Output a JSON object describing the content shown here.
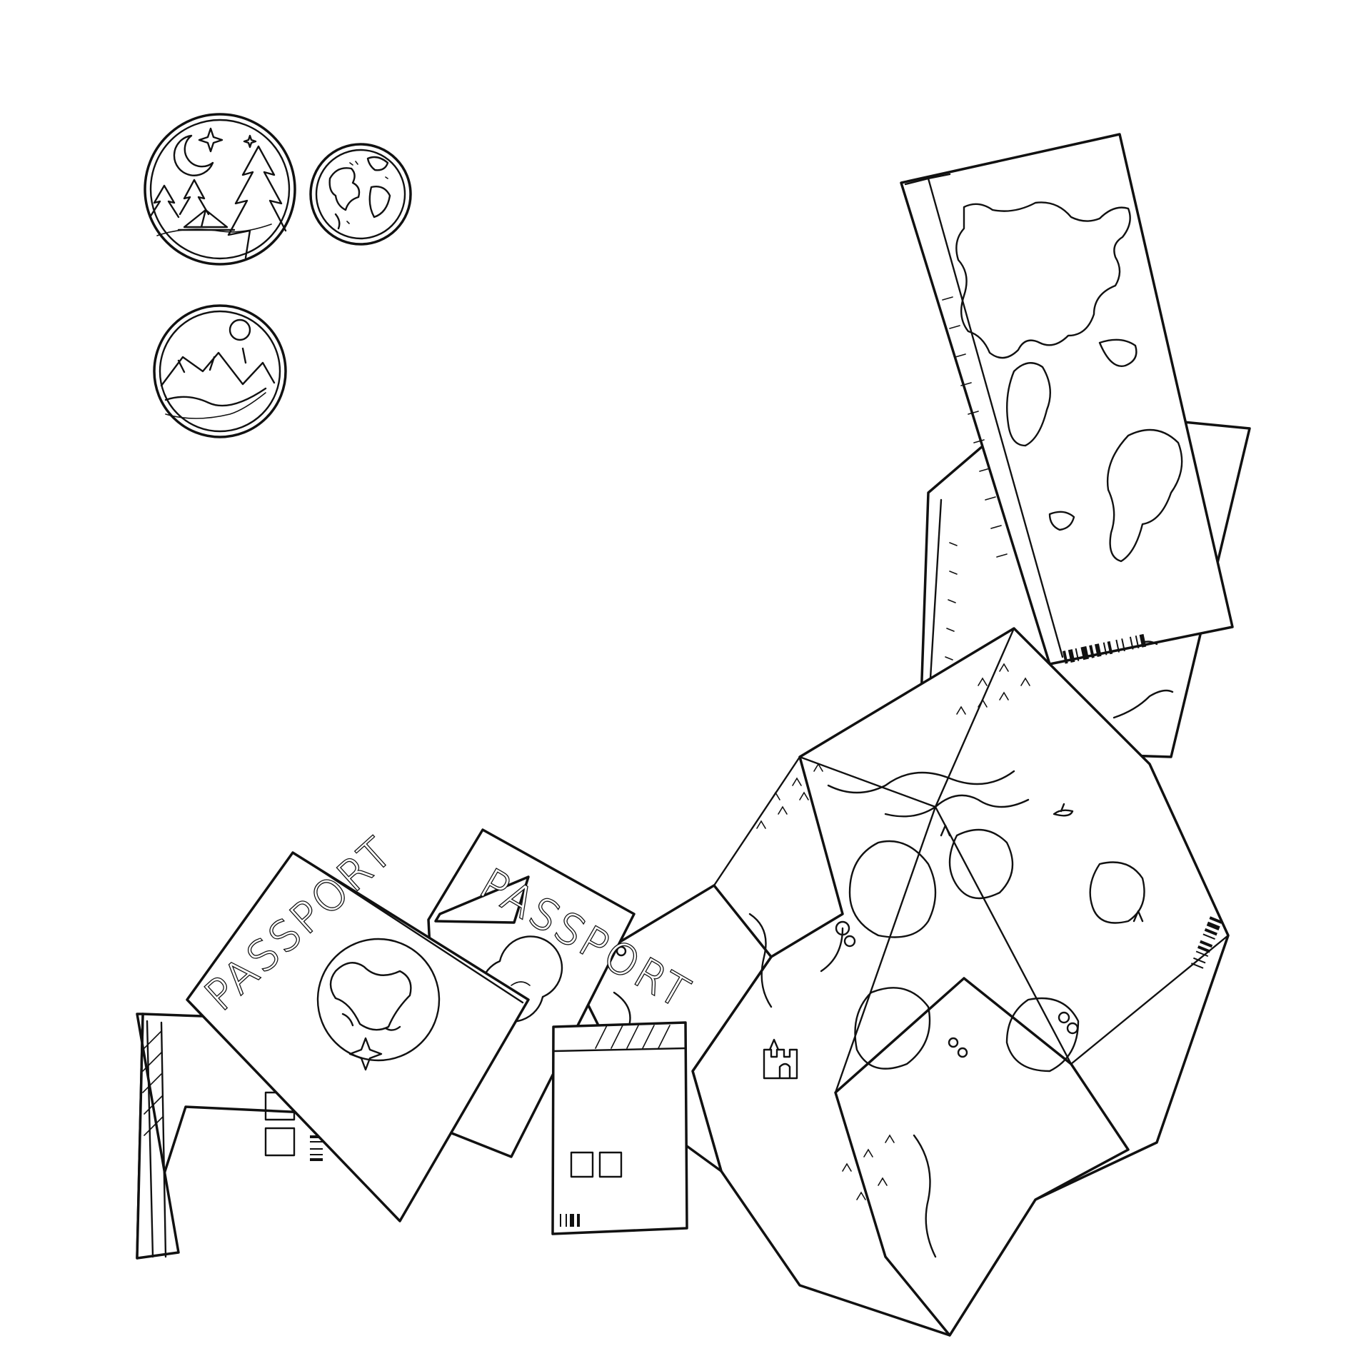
{
  "illustration": {
    "style": "black ink line drawing on white",
    "ink_color": "#111111",
    "paper_color": "#ffffff",
    "passports": [
      {
        "id": "front",
        "title": "PASSPORT"
      },
      {
        "id": "back",
        "title": "PASSPORT"
      }
    ],
    "badges": [
      {
        "id": "camping",
        "icons": [
          "moon-icon",
          "star-icon",
          "pine-tree-icon",
          "tent-icon"
        ]
      },
      {
        "id": "globe",
        "icons": [
          "globe-icon"
        ]
      },
      {
        "id": "mountains",
        "icons": [
          "sun-icon",
          "mountain-icon"
        ]
      }
    ],
    "barcodes": [
      {
        "id": "world-map-ticket",
        "bars": [
          2,
          1,
          3,
          1,
          1,
          2,
          4,
          1,
          2,
          1,
          3,
          2,
          1,
          1,
          2,
          3,
          1,
          2,
          1,
          4,
          1,
          2,
          1,
          1,
          3,
          2
        ]
      },
      {
        "id": "boarding-pass-right",
        "bars": [
          1,
          2,
          1,
          3,
          1,
          1,
          2,
          1,
          2,
          3,
          1,
          1,
          2,
          1,
          3,
          1,
          2,
          1
        ]
      },
      {
        "id": "boarding-pass-left",
        "bars": [
          2,
          1,
          1,
          3,
          1,
          2,
          1,
          1,
          2,
          1
        ]
      },
      {
        "id": "map-label",
        "bars": [
          1,
          2,
          1,
          1,
          3,
          1,
          2,
          1
        ]
      }
    ]
  }
}
